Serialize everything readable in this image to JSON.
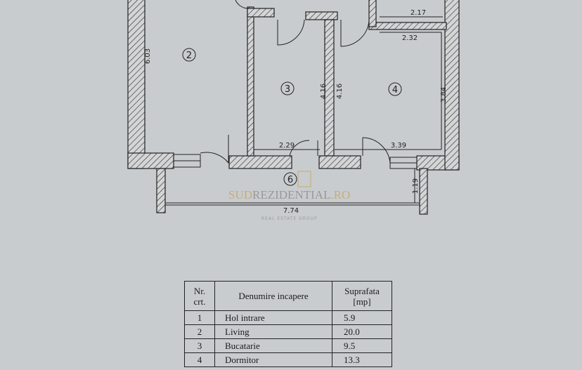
{
  "rooms": [
    "2",
    "3",
    "4",
    "6"
  ],
  "dimensions": {
    "living_height": "6.03",
    "kitchen_height": "4.16",
    "bedroom_left_height": "4.16",
    "bedroom_height": "3.84",
    "top_right_width_a": "2.17",
    "top_right_width_b": "2.32",
    "kitchen_width": "2.29",
    "bedroom_width": "3.39",
    "balcony_width": "7.74",
    "balcony_depth": "1.19"
  },
  "watermark": {
    "brand_left": "SUD",
    "brand_mid": "REZIDENTIAL",
    "brand_right": ".RO",
    "tagline": "REAL ESTATE GROUP"
  },
  "table": {
    "headers": [
      "Nr. crt.",
      "Denumire incapere",
      "Suprafata [mp]"
    ],
    "rows": [
      {
        "nr": "1",
        "name": "Hol intrare",
        "area": "5.9"
      },
      {
        "nr": "2",
        "name": "Living",
        "area": "20.0"
      },
      {
        "nr": "3",
        "name": "Bucatarie",
        "area": "9.5"
      },
      {
        "nr": "4",
        "name": "Dormitor",
        "area": "13.3"
      }
    ]
  },
  "colors": {
    "paper": "#c9ccce",
    "ink": "#222222",
    "watermark_accent": "#c8a466"
  }
}
